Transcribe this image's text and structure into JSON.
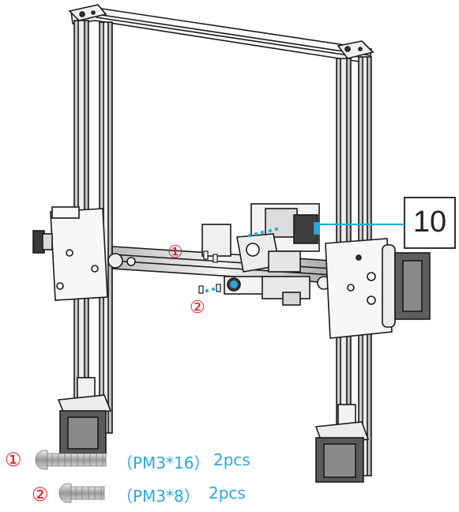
{
  "step_label": "10",
  "callouts": {
    "one": "①",
    "two": "②"
  },
  "legend": [
    {
      "marker": "①",
      "spec": "（PM3*16）",
      "qty": "2pcs"
    },
    {
      "marker": "②",
      "spec": "（PM3*8）",
      "qty": "2pcs"
    }
  ],
  "colors": {
    "accent_blue": "#2ba7df",
    "callout_red": "#e8141c",
    "line": "#1a1a1a",
    "metal": "#dcdcdc"
  }
}
